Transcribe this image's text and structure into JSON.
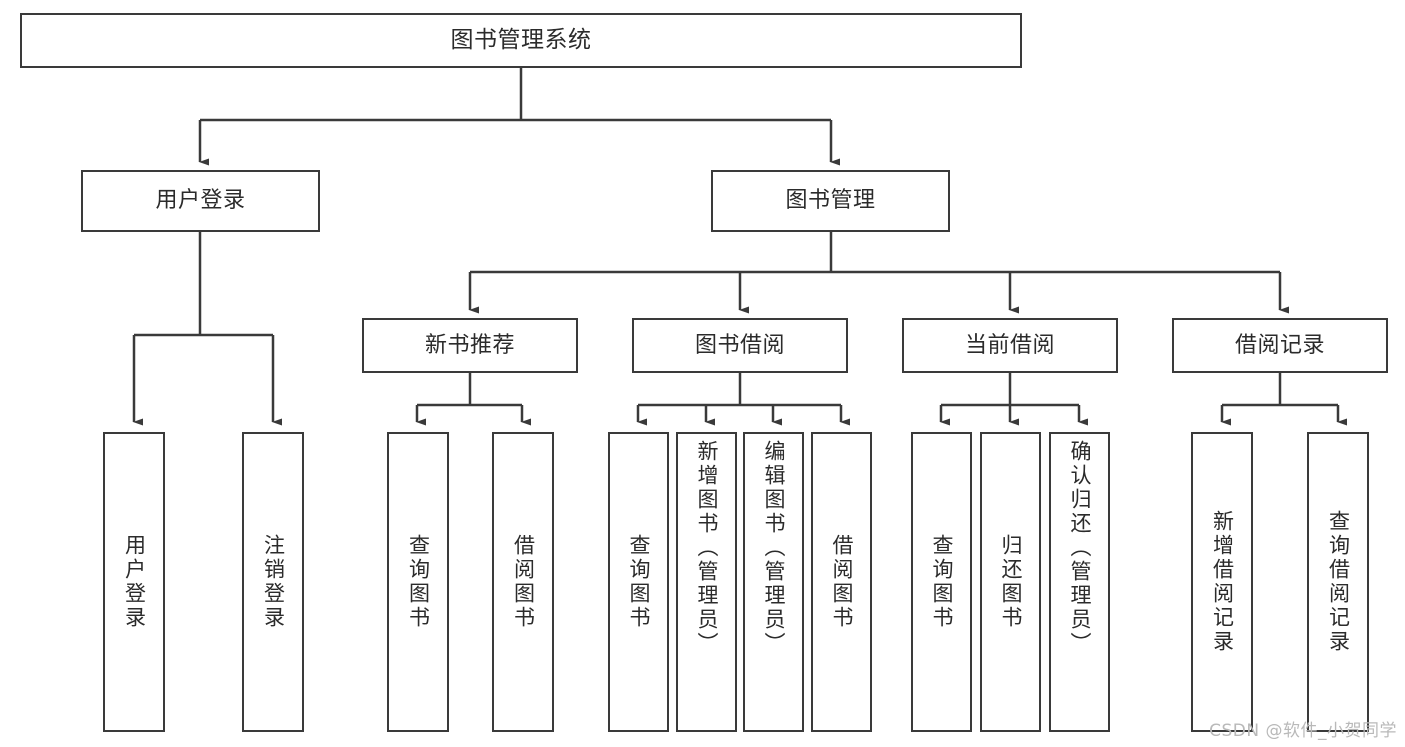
{
  "diagram": {
    "title": "图书管理系统",
    "type": "tree-hierarchy-diagram",
    "watermark": "CSDN @软件_小贺同学",
    "colors": {
      "stroke": "#3a3a3a",
      "text": "#2b2b2b",
      "background": "#ffffff",
      "watermark": "#b9b9b9"
    },
    "nodes": {
      "root": {
        "label": "图书管理系统"
      },
      "level2": [
        {
          "label": "用户登录"
        },
        {
          "label": "图书管理"
        }
      ],
      "level3": [
        {
          "label": "新书推荐"
        },
        {
          "label": "图书借阅"
        },
        {
          "label": "当前借阅"
        },
        {
          "label": "借阅记录"
        }
      ],
      "leaves_user_login": [
        {
          "label": "用户登录"
        },
        {
          "label": "注销登录"
        }
      ],
      "leaves_new_book": [
        {
          "label": "查询图书"
        },
        {
          "label": "借阅图书"
        }
      ],
      "leaves_borrow": [
        {
          "label": "查询图书"
        },
        {
          "label": "新增图书（管理员）"
        },
        {
          "label": "编辑图书（管理员）"
        },
        {
          "label": "借阅图书"
        }
      ],
      "leaves_current": [
        {
          "label": "查询图书"
        },
        {
          "label": "归还图书"
        },
        {
          "label": "确认归还（管理员）"
        }
      ],
      "leaves_records": [
        {
          "label": "新增借阅记录"
        },
        {
          "label": "查询借阅记录"
        }
      ]
    }
  }
}
